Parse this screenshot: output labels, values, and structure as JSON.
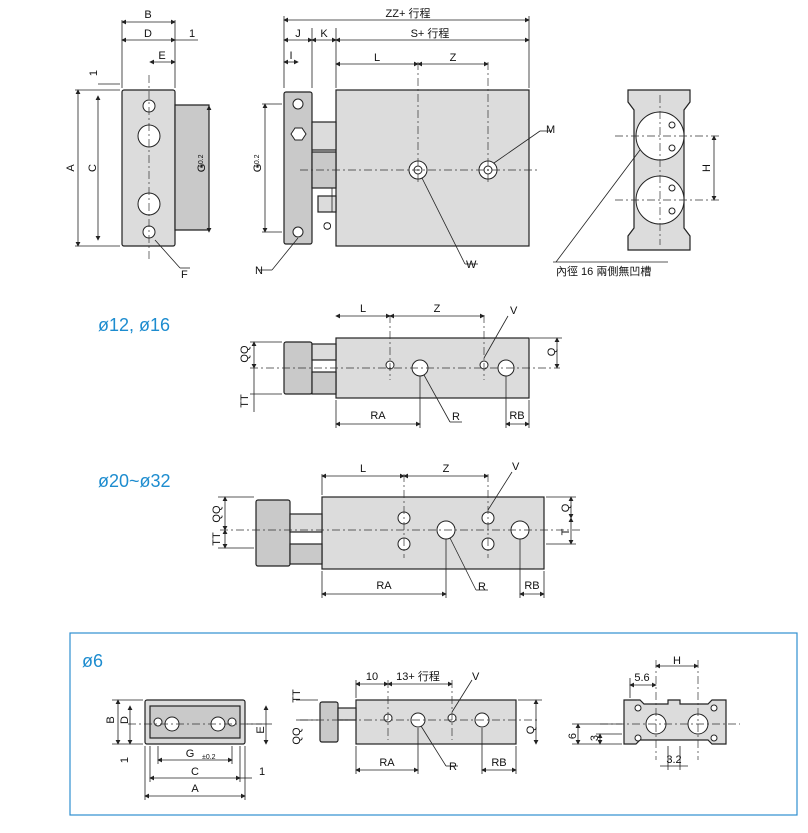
{
  "colors": {
    "accent": "#1d8ccf",
    "body": "#dcdcdc",
    "line": "#222222"
  },
  "sections": {
    "small_bore": "ø12, ø16",
    "large_bore": "ø20~ø32",
    "mini_bore": "ø6"
  },
  "top_views": {
    "side": {
      "B": "B",
      "D": "D",
      "E": "E",
      "one_top": "1",
      "one_left": "1",
      "A": "A",
      "C": "C",
      "G": "G",
      "G_sub": "±0.2",
      "F": "F"
    },
    "front": {
      "ZZ": "ZZ+ 行程",
      "J": "J",
      "K": "K",
      "S": "S+ 行程",
      "I": "I",
      "L": "L",
      "Z": "Z",
      "G": "G",
      "G_sub": "±0.2",
      "M": "M",
      "O": "O",
      "W": "W",
      "N": "N"
    },
    "end": {
      "H": "H",
      "note": "內徑 16 兩側無凹槽"
    }
  },
  "view_12_16": {
    "L": "L",
    "Z": "Z",
    "V": "V",
    "QQ": "QQ",
    "Q": "Q",
    "TT": "TT",
    "RA": "RA",
    "R": "R",
    "RB": "RB"
  },
  "view_20_32": {
    "L": "L",
    "Z": "Z",
    "V": "V",
    "QQ": "QQ",
    "Q": "Q",
    "TT": "TT",
    "T": "T",
    "RA": "RA",
    "R": "R",
    "RB": "RB"
  },
  "view_6": {
    "side": {
      "B": "B",
      "D": "D",
      "E": "E",
      "G": "G",
      "G_sub": "±0.2",
      "one_left": "1",
      "C": "C",
      "one_right": "1",
      "A": "A"
    },
    "front": {
      "ten": "10",
      "stroke": "13+ 行程",
      "V": "V",
      "TT": "TT",
      "QQ": "QQ",
      "Q": "Q",
      "RA": "RA",
      "R": "R",
      "RB": "RB"
    },
    "end": {
      "H": "H",
      "five_six": "5.6",
      "six": "6",
      "three": "3",
      "three_two": "3.2"
    }
  }
}
